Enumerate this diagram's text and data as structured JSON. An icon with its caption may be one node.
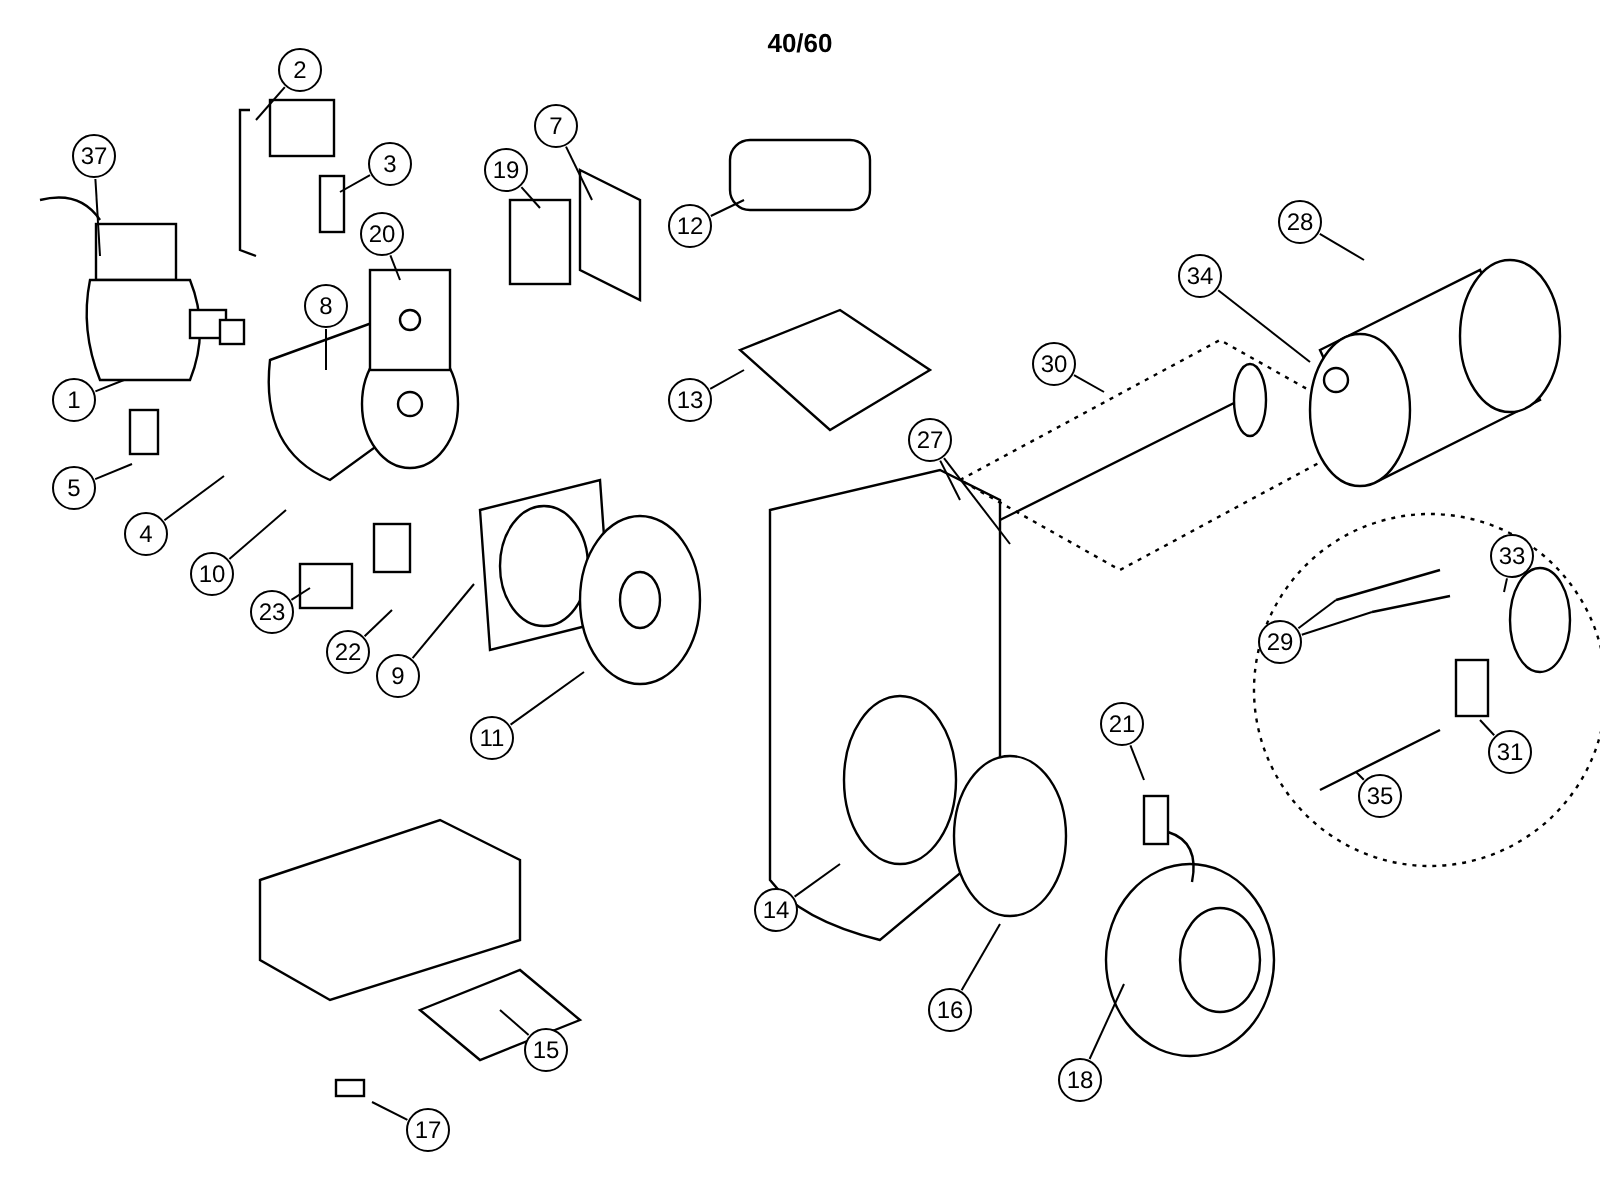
{
  "diagram": {
    "title": "40/60",
    "nodes": [
      {
        "text": [
          "2"
        ]
      },
      {
        "text": [
          "37"
        ]
      },
      {
        "text": [
          "7"
        ]
      },
      {
        "text": [
          "3"
        ]
      },
      {
        "text": [
          "19"
        ]
      },
      {
        "text": [
          "12"
        ]
      },
      {
        "text": [
          "28"
        ]
      },
      {
        "text": [
          "20"
        ]
      },
      {
        "text": [
          "34"
        ]
      },
      {
        "text": [
          "8"
        ]
      },
      {
        "text": [
          "30"
        ]
      },
      {
        "text": [
          "1"
        ]
      },
      {
        "text": [
          "13"
        ]
      },
      {
        "text": [
          "27"
        ]
      },
      {
        "text": [
          "5"
        ]
      },
      {
        "text": [
          "4"
        ]
      },
      {
        "text": [
          "10"
        ]
      },
      {
        "text": [
          "33"
        ]
      },
      {
        "text": [
          "23"
        ]
      },
      {
        "text": [
          "29"
        ]
      },
      {
        "text": [
          "22"
        ]
      },
      {
        "text": [
          "9"
        ]
      },
      {
        "text": [
          "21"
        ]
      },
      {
        "text": [
          "11"
        ]
      },
      {
        "text": [
          "31"
        ]
      },
      {
        "text": [
          "35"
        ]
      },
      {
        "text": [
          "14"
        ]
      },
      {
        "text": [
          "16"
        ]
      },
      {
        "text": [
          "15"
        ]
      },
      {
        "text": [
          "18"
        ]
      },
      {
        "text": [
          "17"
        ]
      }
    ],
    "edges": [
      {
        "from": 0,
        "to": null,
        "arrow": "none"
      },
      {
        "from": 1,
        "to": null,
        "arrow": "none"
      },
      {
        "from": 2,
        "to": null,
        "arrow": "none"
      },
      {
        "from": 3,
        "to": null,
        "arrow": "none"
      },
      {
        "from": 4,
        "to": null,
        "arrow": "none"
      },
      {
        "from": 5,
        "to": null,
        "arrow": "none"
      },
      {
        "from": 6,
        "to": null,
        "arrow": "none"
      },
      {
        "from": 7,
        "to": null,
        "arrow": "none"
      },
      {
        "from": 8,
        "to": null,
        "arrow": "none"
      },
      {
        "from": 9,
        "to": null,
        "arrow": "none"
      },
      {
        "from": 10,
        "to": null,
        "arrow": "none"
      },
      {
        "from": 11,
        "to": null,
        "arrow": "none"
      },
      {
        "from": 12,
        "to": null,
        "arrow": "none"
      },
      {
        "from": 13,
        "to": null,
        "arrow": "none"
      },
      {
        "from": 13,
        "to": null,
        "arrow": "none"
      },
      {
        "from": 14,
        "to": null,
        "arrow": "none"
      },
      {
        "from": 15,
        "to": null,
        "arrow": "none"
      },
      {
        "from": 16,
        "to": null,
        "arrow": "none"
      },
      {
        "from": 17,
        "to": null,
        "arrow": "none"
      },
      {
        "from": 18,
        "to": null,
        "arrow": "none"
      },
      {
        "from": 19,
        "to": null,
        "arrow": "none"
      },
      {
        "from": 19,
        "to": null,
        "arrow": "none"
      },
      {
        "from": 20,
        "to": null,
        "arrow": "none"
      },
      {
        "from": 21,
        "to": null,
        "arrow": "none"
      },
      {
        "from": 22,
        "to": null,
        "arrow": "none"
      },
      {
        "from": 23,
        "to": null,
        "arrow": "none"
      },
      {
        "from": 24,
        "to": null,
        "arrow": "none"
      },
      {
        "from": 25,
        "to": null,
        "arrow": "none"
      },
      {
        "from": 26,
        "to": null,
        "arrow": "none"
      },
      {
        "from": 27,
        "to": null,
        "arrow": "none"
      },
      {
        "from": 28,
        "to": null,
        "arrow": "none"
      },
      {
        "from": 29,
        "to": null,
        "arrow": "none"
      },
      {
        "from": 30,
        "to": null,
        "arrow": "none"
      }
    ]
  }
}
